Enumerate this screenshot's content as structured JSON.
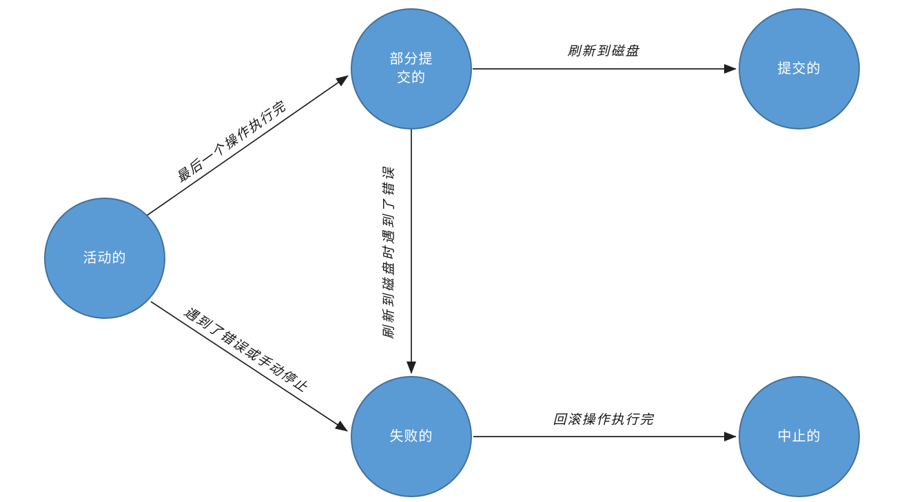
{
  "diagram": {
    "title": "transaction-state-diagram",
    "colors": {
      "background": "#ffffff",
      "node_fill": "#5b9bd5",
      "node_border": "#41719c",
      "node_text": "#ffffff",
      "edge_line": "#1f1f1f",
      "edge_label_text": "#141414"
    },
    "nodes": [
      {
        "id": "active",
        "label": "活动的"
      },
      {
        "id": "partially-committed",
        "label": "部分提交的"
      },
      {
        "id": "committed",
        "label": "提交的"
      },
      {
        "id": "failed",
        "label": "失败的"
      },
      {
        "id": "aborted",
        "label": "中止的"
      }
    ],
    "edges": [
      {
        "from": "active",
        "to": "partially-committed",
        "label": "最后一个操作执行完"
      },
      {
        "from": "partially-committed",
        "to": "committed",
        "label": "刷新到磁盘"
      },
      {
        "from": "partially-committed",
        "to": "failed",
        "label": "刷新到磁盘时遇到了错误"
      },
      {
        "from": "active",
        "to": "failed",
        "label": "遇到了错误或手动停止"
      },
      {
        "from": "failed",
        "to": "aborted",
        "label": "回滚操作执行完"
      }
    ]
  }
}
